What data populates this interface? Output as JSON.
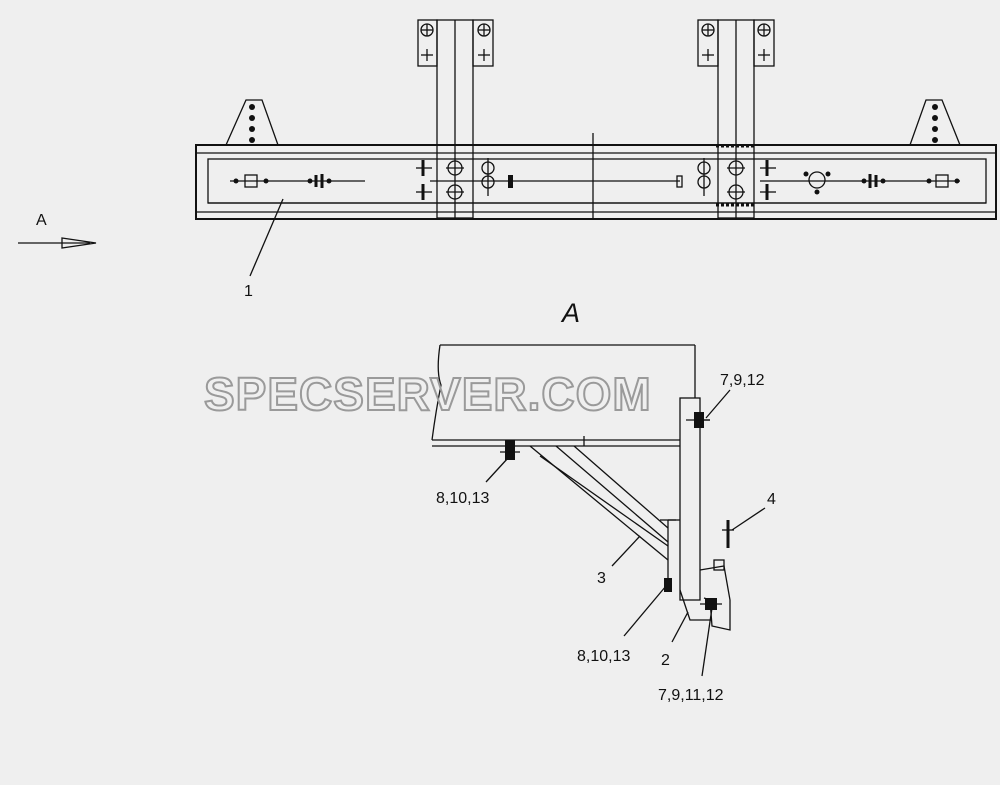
{
  "watermark": "SPECSERVER.COM",
  "view_arrow_label": "A",
  "detail_view_title": "A",
  "callouts": {
    "beam": "1",
    "bracket": "2",
    "strut": "3",
    "clip": "4",
    "bolts_top": "7,9,12",
    "bolts_bottom": "7,9,11,12",
    "fasteners_beam": "8,10,13",
    "fasteners_lower": "8,10,13"
  }
}
